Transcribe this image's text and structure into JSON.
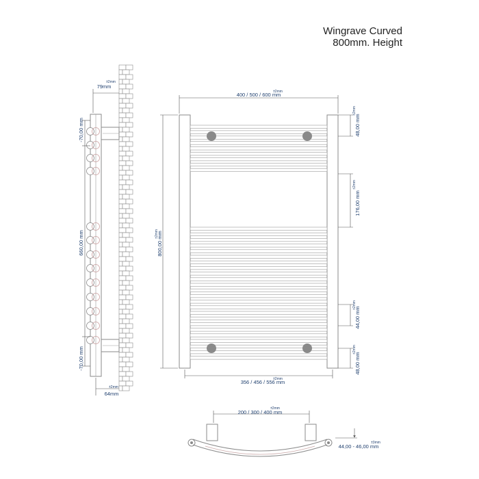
{
  "title": {
    "line1": "Wingrave Curved",
    "line2": "800mm. Height"
  },
  "tolerance": "±2mm",
  "tolerance_curve": "±3mm",
  "side_view": {
    "top_offset": "79mm",
    "top_pipe": "-70,00 mm",
    "centres": "660,00 mm",
    "bottom_pipe": "-70,00 mm",
    "bottom_offset": "64mm"
  },
  "front_view": {
    "width": "400 / 500 / 600 mm",
    "height": "800,00 mm",
    "pipe_centres": "356 / 456 / 556 mm",
    "top_gap": "48,00 mm",
    "mid_gap": "176,00 mm",
    "lower_gap": "44,00 mm",
    "bottom_gap": "48,00 mm"
  },
  "top_view": {
    "width": "200 / 300 / 400 mm",
    "depth": "44,00 - 46,00 mm"
  }
}
